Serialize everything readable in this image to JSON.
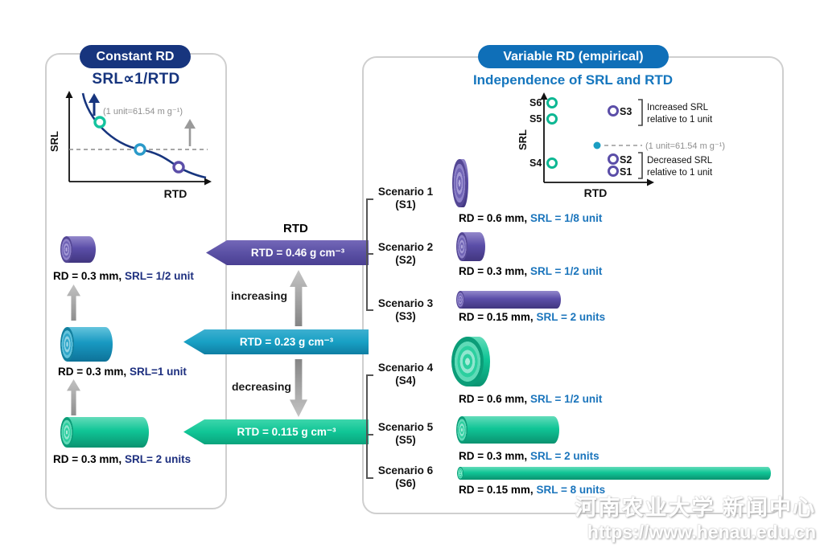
{
  "left_panel": {
    "badge": "Constant RD",
    "formula": "SRL∝1/RTD",
    "chart": {
      "ylabel": "SRL",
      "xlabel": "RTD",
      "annotation": "(1 unit=61.54 m g⁻¹)"
    },
    "items": [
      {
        "rd": "RD = 0.3 mm,",
        "srl": "SRL= 1/2 unit"
      },
      {
        "rd": "RD = 0.3 mm,",
        "srl": "SRL=1 unit"
      },
      {
        "rd": "RD = 0.3 mm,",
        "srl": "SRL= 2 units"
      }
    ]
  },
  "middle": {
    "heading": "RTD",
    "arrow_purple": "RTD = 0.46 g cm⁻³",
    "arrow_teal": "RTD = 0.23 g cm⁻³",
    "arrow_green": "RTD = 0.115 g cm⁻³",
    "increasing": "increasing",
    "decreasing": "decreasing"
  },
  "right_panel": {
    "badge": "Variable RD (empirical)",
    "subtitle": "Independence of SRL and RTD",
    "scatter": {
      "ylabel": "SRL",
      "xlabel": "RTD",
      "annotation": "(1 unit=61.54 m g⁻¹)",
      "points": {
        "s1": "S1",
        "s2": "S2",
        "s3": "S3",
        "s4": "S4",
        "s5": "S5",
        "s6": "S6"
      },
      "increased_line1": "Increased SRL",
      "increased_line2": "relative to 1 unit",
      "decreased_line1": "Decreased SRL",
      "decreased_line2": "relative to 1 unit"
    },
    "scenarios": [
      {
        "name": "Scenario 1",
        "code": "(S1)",
        "rd": "RD = 0.6 mm,",
        "srl": "SRL = 1/8 unit"
      },
      {
        "name": "Scenario 2",
        "code": "(S2)",
        "rd": "RD = 0.3 mm,",
        "srl": "SRL = 1/2 unit"
      },
      {
        "name": "Scenario 3",
        "code": "(S3)",
        "rd": "RD = 0.15 mm,",
        "srl": "SRL = 2 units"
      },
      {
        "name": "Scenario 4",
        "code": "(S4)",
        "rd": "RD = 0.6 mm,",
        "srl": "SRL = 1/2 unit"
      },
      {
        "name": "Scenario 5",
        "code": "(S5)",
        "rd": "RD = 0.3 mm,",
        "srl": "SRL = 2 units"
      },
      {
        "name": "Scenario 6",
        "code": "(S6)",
        "rd": "RD = 0.15 mm,",
        "srl": "SRL = 8 units"
      }
    ]
  },
  "colors": {
    "purple": "#5b4ea8",
    "teal": "#1899c2",
    "green": "#10c596",
    "navy_badge": "#17357e",
    "blue_badge": "#0f6fb8",
    "blue_text": "#1b75bc",
    "navy_text": "#1d2f7f"
  },
  "watermark": {
    "line1": "河南农业大学 新闻中心",
    "line2": "https://www.henau.edu.cn"
  }
}
